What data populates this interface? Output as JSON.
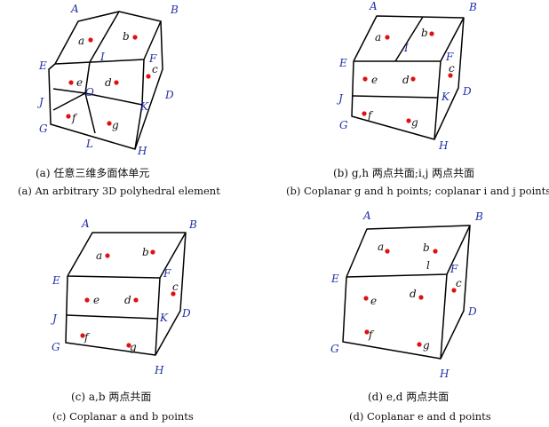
{
  "panels": [
    {
      "id": "a",
      "vertices": [
        "A",
        "B",
        "E",
        "I",
        "F",
        "J",
        "O",
        "K",
        "D",
        "G",
        "L",
        "H"
      ],
      "points": [
        "a",
        "b",
        "c",
        "e",
        "d",
        "f",
        "g"
      ],
      "caption_zh": "(a) 任意三维多面体单元",
      "caption_en": "(a) An arbitrary 3D polyhedral element"
    },
    {
      "id": "b",
      "vertices": [
        "A",
        "B",
        "E",
        "I",
        "F",
        "J",
        "K",
        "D",
        "G",
        "H"
      ],
      "points": [
        "a",
        "b",
        "c",
        "e",
        "d",
        "f",
        "g"
      ],
      "caption_zh": "(b) g,h 两点共面;i,j 两点共面",
      "caption_en": "(b) Coplanar g and h points; coplanar i and j points"
    },
    {
      "id": "c",
      "vertices": [
        "A",
        "B",
        "E",
        "F",
        "J",
        "K",
        "D",
        "G",
        "H"
      ],
      "points": [
        "a",
        "b",
        "c",
        "e",
        "d",
        "f",
        "g"
      ],
      "caption_zh": "(c) a,b 两点共面",
      "caption_en": "(c) Coplanar a and b points"
    },
    {
      "id": "d",
      "vertices": [
        "A",
        "B",
        "E",
        "F",
        "D",
        "G",
        "H"
      ],
      "points": [
        "a",
        "b",
        "l",
        "c",
        "e",
        "d",
        "f",
        "g"
      ],
      "caption_zh": "(d) e,d 两点共面",
      "caption_en": "(d) Coplanar e and d points"
    }
  ]
}
